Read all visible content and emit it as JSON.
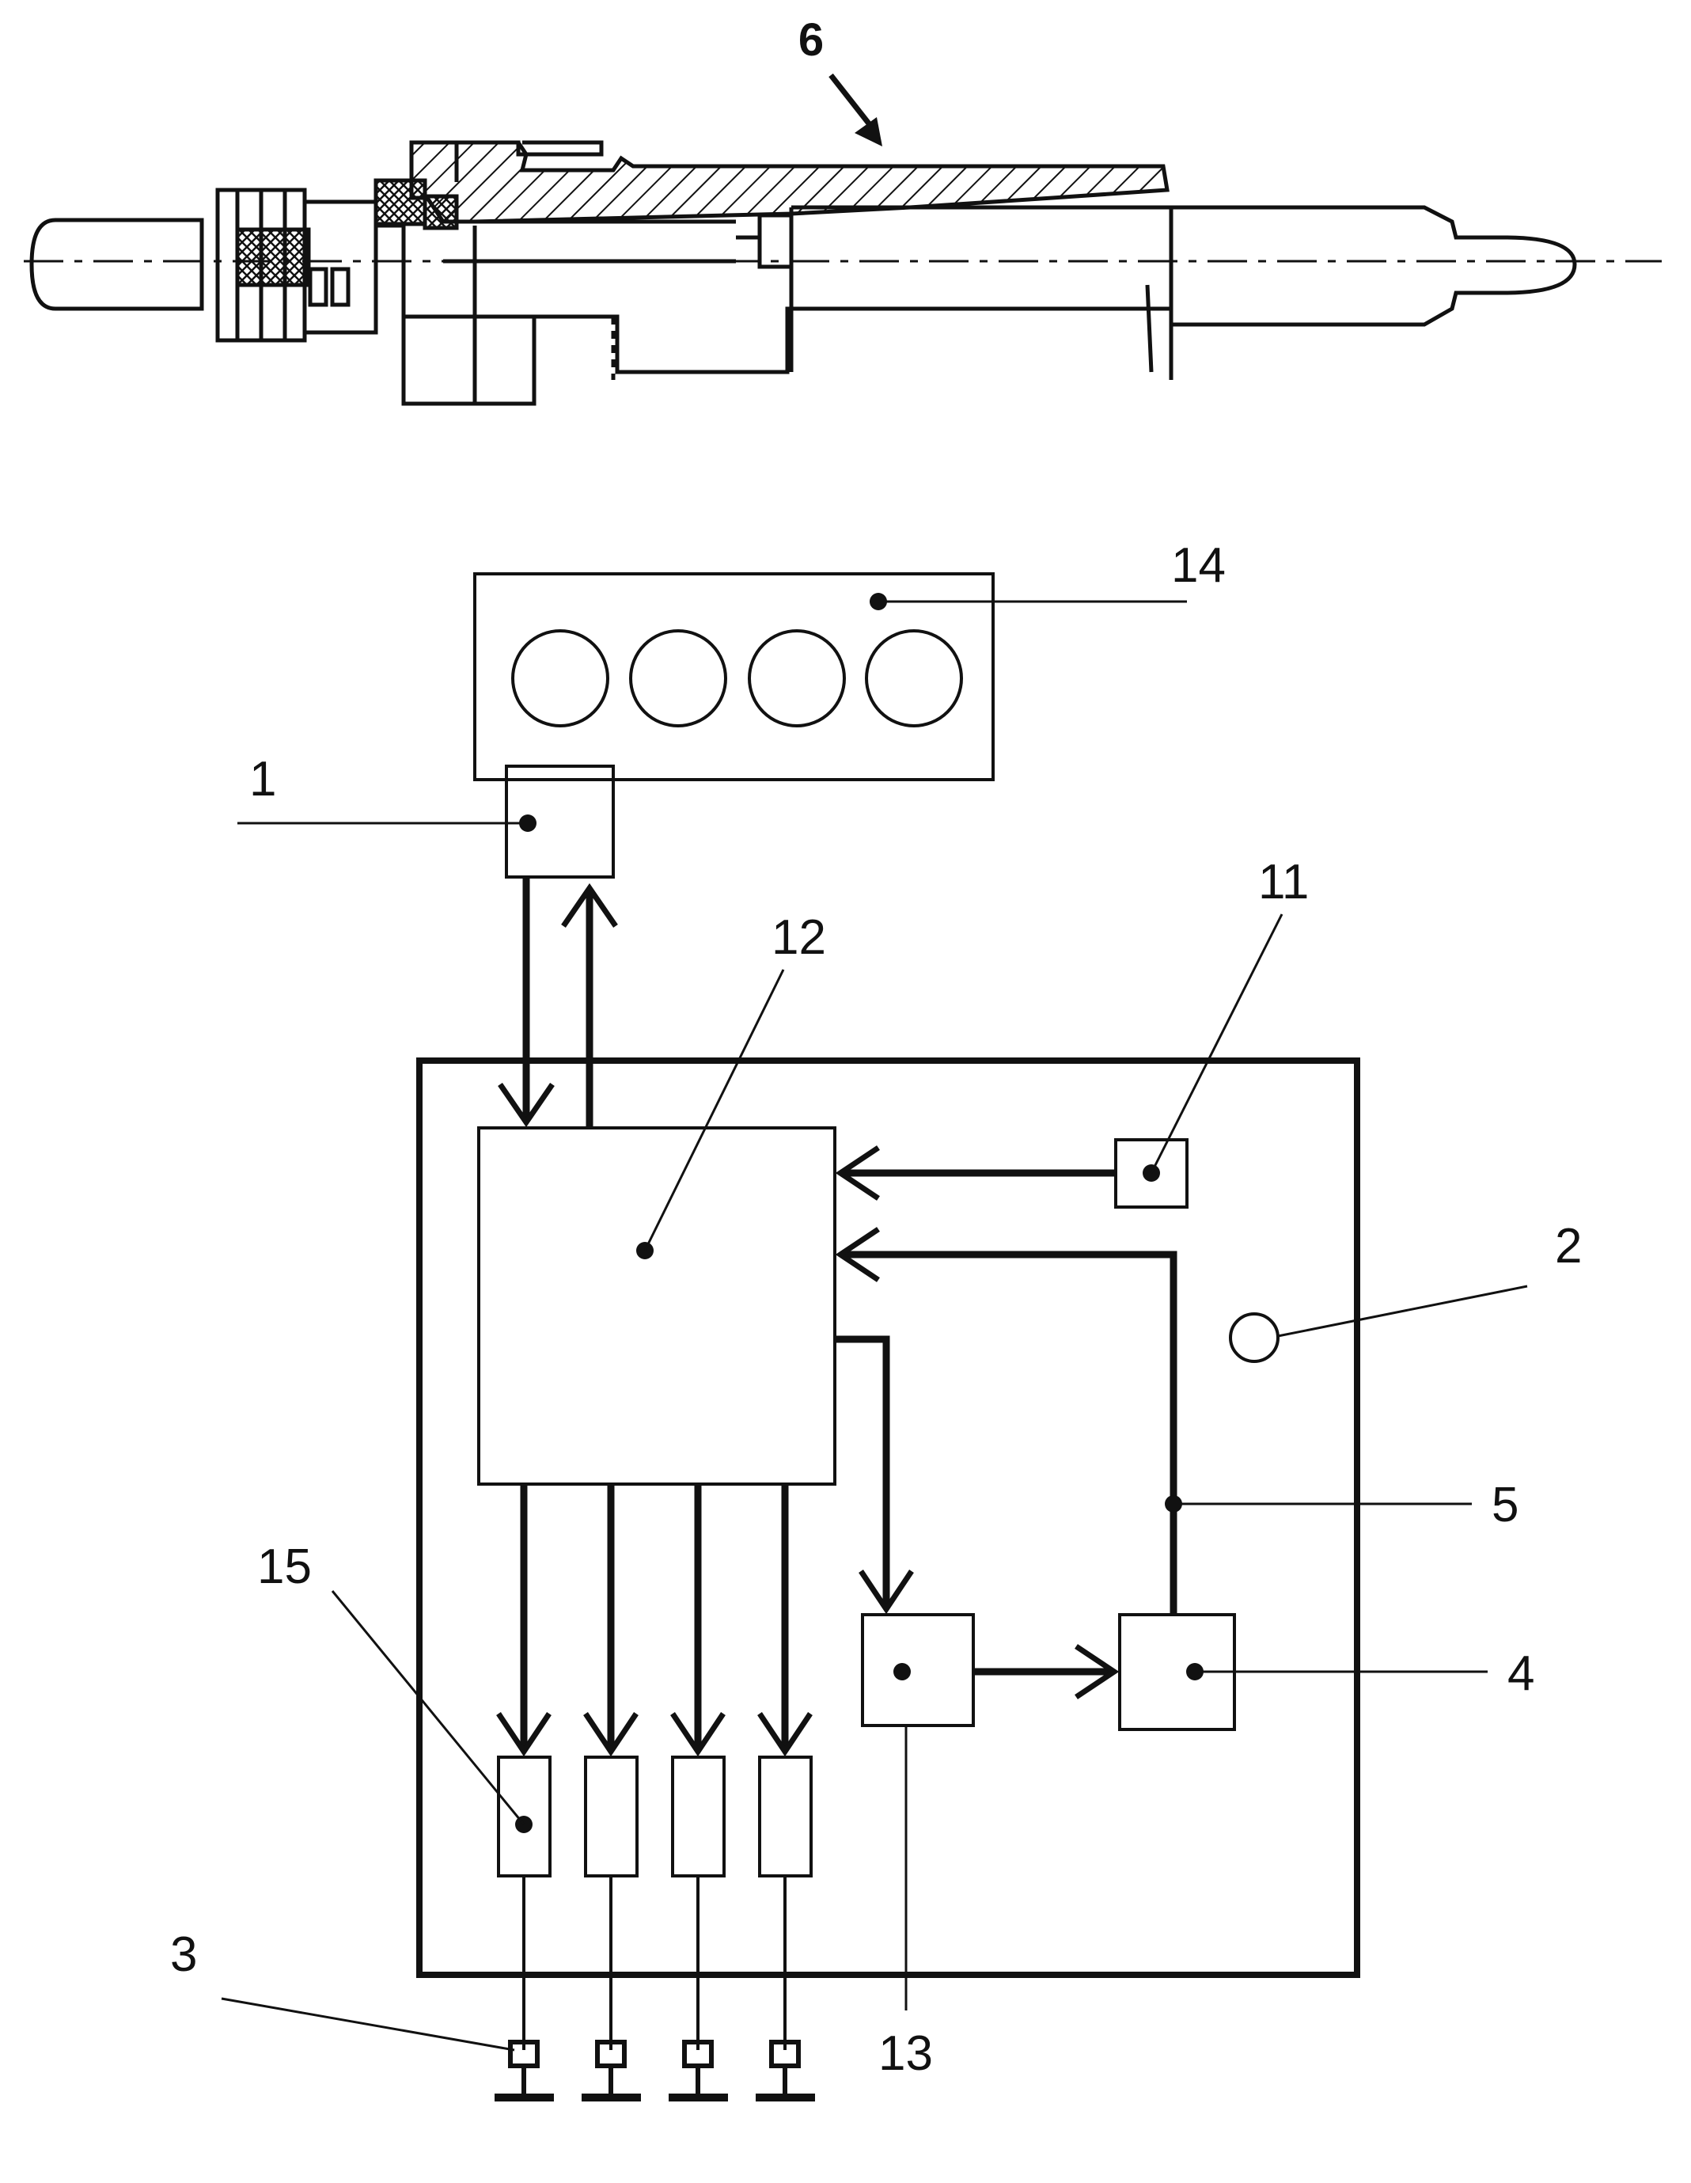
{
  "figure": {
    "colors": {
      "ink": "#111111",
      "paper": "#ffffff"
    },
    "glow_plug": {
      "label": "6"
    },
    "labels": [
      {
        "id": "14",
        "text": "14"
      },
      {
        "id": "1",
        "text": "1"
      },
      {
        "id": "12",
        "text": "12"
      },
      {
        "id": "11",
        "text": "11"
      },
      {
        "id": "2",
        "text": "2"
      },
      {
        "id": "5",
        "text": "5"
      },
      {
        "id": "4",
        "text": "4"
      },
      {
        "id": "15",
        "text": "15"
      },
      {
        "id": "13",
        "text": "13"
      },
      {
        "id": "3",
        "text": "3"
      }
    ]
  }
}
